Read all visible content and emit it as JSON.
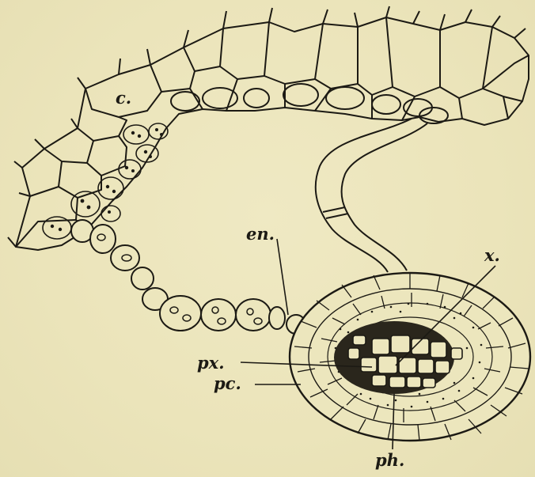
{
  "figure": {
    "labels": {
      "c": "c.",
      "en": "en.",
      "x": "x.",
      "px": "px.",
      "pc": "pc.",
      "ph": "ph."
    }
  },
  "colors": {
    "paper": "#ece6bd",
    "ink": "#1c1a14"
  }
}
